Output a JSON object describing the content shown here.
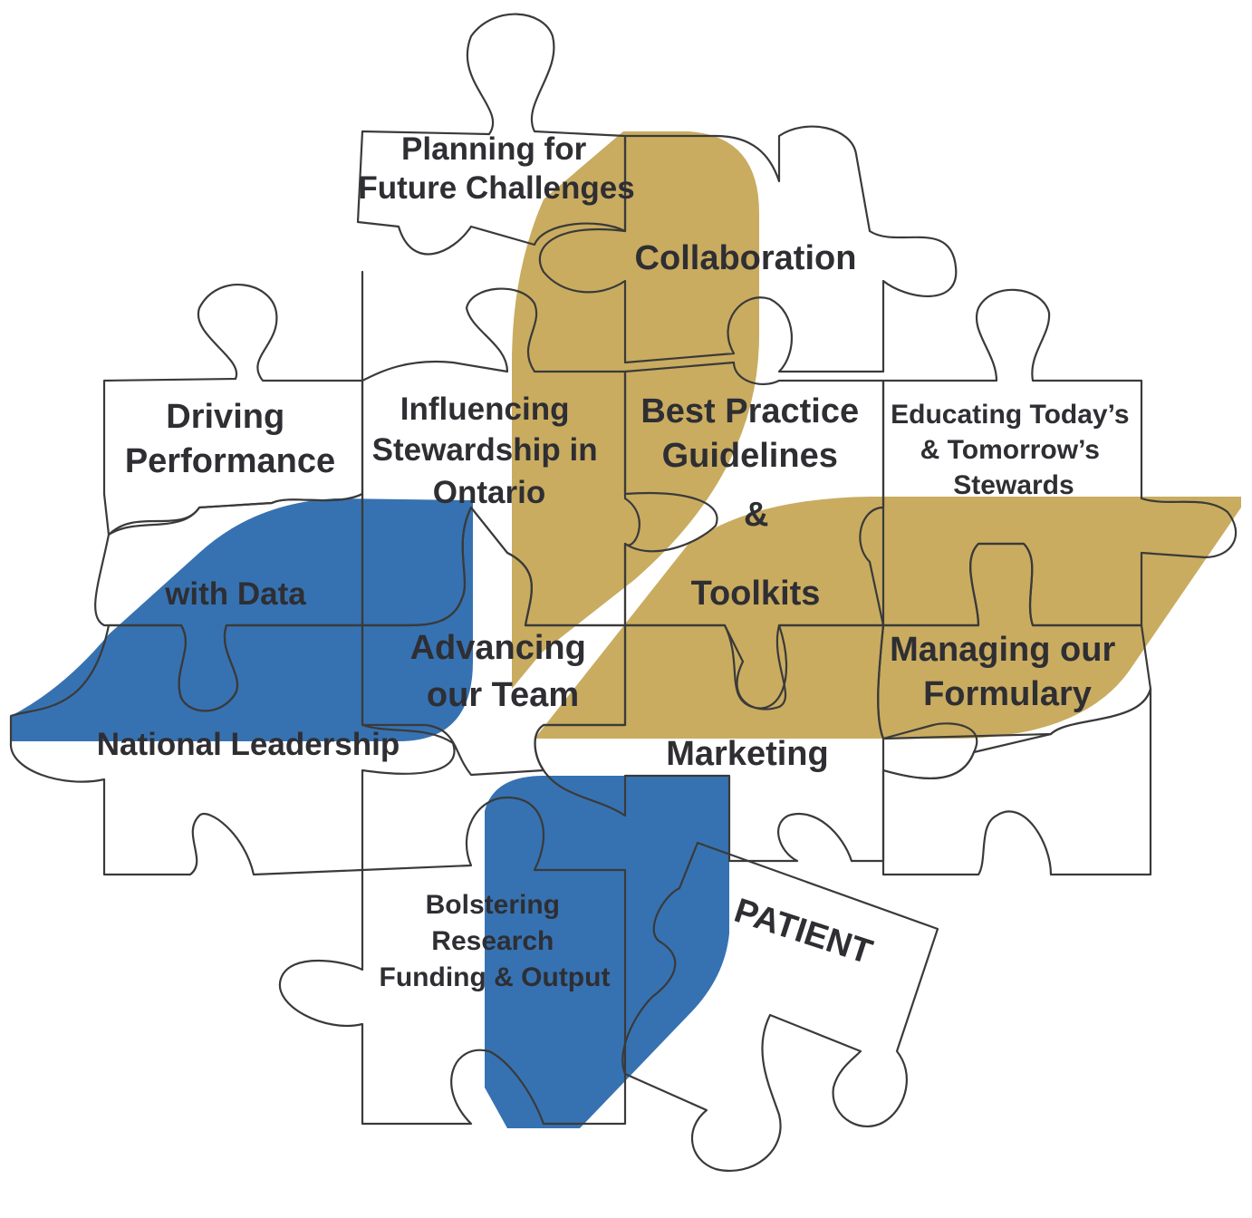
{
  "colors": {
    "gold": "#c9ac60",
    "blue": "#3672b1",
    "outline": "#3a3a3a",
    "text": "#2e2e33"
  },
  "pieces": {
    "planning": [
      "Planning for",
      "Future Challenges"
    ],
    "collaboration": [
      "Collaboration"
    ],
    "driving": [
      "Driving",
      "Performance"
    ],
    "influencing": [
      "Influencing",
      "Stewardship in",
      "Ontario"
    ],
    "best_practice": [
      "Best Practice",
      "Guidelines",
      "&",
      "Toolkits"
    ],
    "educating": [
      "Educating Today’s",
      "& Tomorrow’s",
      "Stewards"
    ],
    "with_data": "with Data",
    "advancing": [
      "Advancing",
      "our Team"
    ],
    "managing": [
      "Managing our",
      "Formulary"
    ],
    "national": "National Leadership",
    "marketing": "Marketing",
    "bolstering": [
      "Bolstering",
      "Research",
      "Funding & Output"
    ],
    "patient": "PATIENT"
  }
}
